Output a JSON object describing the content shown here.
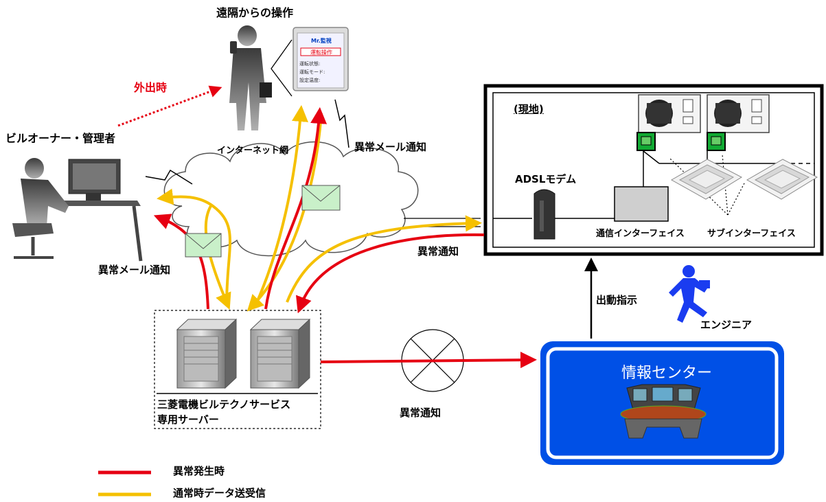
{
  "labels": {
    "remote_operation": "遠隔からの操作",
    "when_out": "外出時",
    "owner": "ビルオーナー・管理者",
    "internet": "インターネット網",
    "alarm_mail_top": "異常メール通知",
    "alarm_mail_left": "異常メール通知",
    "site": "(現地)",
    "adsl_modem": "ADSLモデム",
    "comm_interface": "通信インターフェイス",
    "sub_interface": "サブインターフェイス",
    "alarm_notice_right": "異常通知",
    "dispatch": "出動指示",
    "engineer": "エンジニア",
    "info_center": "情報センター",
    "alarm_notice_bottom": "異常通知",
    "server_line1": "三菱電機ビルテクノサービス",
    "server_line2": "専用サーバー"
  },
  "phone": {
    "app_name": "Mr.監視",
    "button": "運転操作",
    "rows": [
      "運転状態:",
      "運転モード:",
      "設定温度:"
    ]
  },
  "legend": [
    {
      "label": "異常発生時",
      "color": "#e60012"
    },
    {
      "label": "通常時データ送受信",
      "color": "#f5c000"
    }
  ],
  "colors": {
    "alarm_red": "#e60012",
    "normal_yellow": "#f5c000",
    "center_blue": "#0050e6"
  }
}
